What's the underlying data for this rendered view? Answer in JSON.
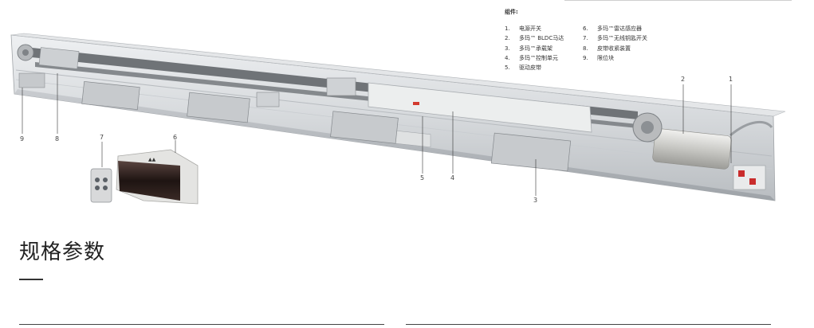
{
  "legend": {
    "title": "组件:",
    "left": [
      {
        "num": "1.",
        "text": "电源开关"
      },
      {
        "num": "2.",
        "text": "多玛™ BLDC马达"
      },
      {
        "num": "3.",
        "text": "多玛™承载架"
      },
      {
        "num": "4.",
        "text": "多玛™控制单元"
      },
      {
        "num": "5.",
        "text": "驱动皮带"
      }
    ],
    "right": [
      {
        "num": "6.",
        "text": "多玛™雷达感应器"
      },
      {
        "num": "7.",
        "text": "多玛™无线钥匙开关"
      },
      {
        "num": "8.",
        "text": "皮带收紧装置"
      },
      {
        "num": "9.",
        "text": "限位块"
      }
    ]
  },
  "callouts": {
    "c1": "1",
    "c2": "2",
    "c3": "3",
    "c4": "4",
    "c5": "5",
    "c6": "6",
    "c7": "7",
    "c8": "8",
    "c9": "9"
  },
  "section": {
    "title": "规格参数"
  }
}
